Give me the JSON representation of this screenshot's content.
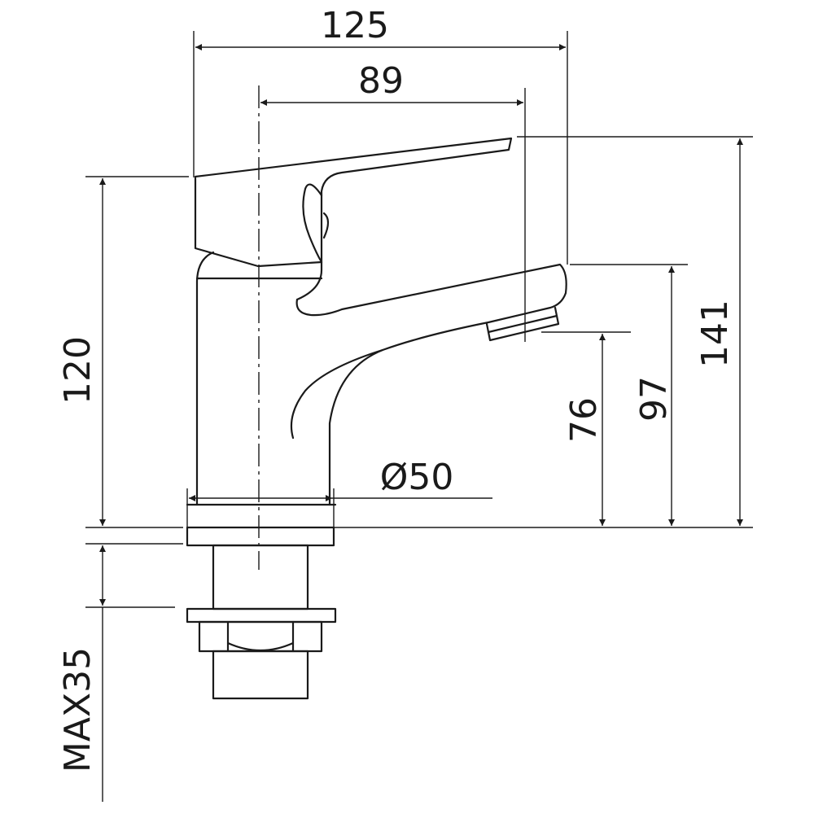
{
  "drawing": {
    "subject": "basin mixer tap side elevation",
    "line_color": "#1a1a1a",
    "background": "#ffffff"
  },
  "dimensions": {
    "overall_width": "125",
    "spout_reach": "89",
    "body_height": "120",
    "overall_height": "141",
    "lever_height": "97",
    "spout_outlet_height": "76",
    "base_diameter": "Ø50",
    "max_mounting": "MAX35"
  }
}
